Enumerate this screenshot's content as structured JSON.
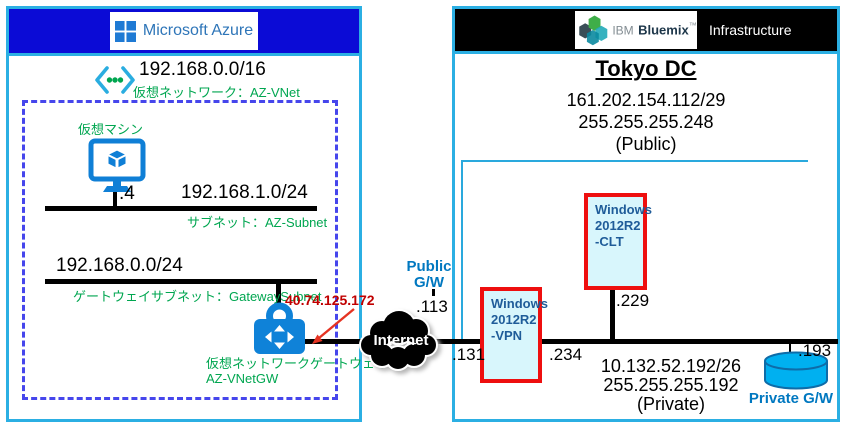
{
  "azure": {
    "brand": "Microsoft Azure",
    "vnet_cidr": "192.168.0.0/16",
    "vnet_label": "仮想ネットワーク：AZ-VNet",
    "vm_label": "仮想マシン",
    "vm_ip": ".4",
    "subnet_cidr": "192.168.1.0/24",
    "subnet_label": "サブネット：AZ-Subnet",
    "gw_subnet_cidr": "192.168.0.0/24",
    "gw_subnet_label": "ゲートウェイサブネット：GatewaySubnet",
    "gw_public_ip": "40.74.125.172",
    "gw_label": "仮想ネットワークゲートウェイ：\nAZ-VNetGW"
  },
  "internet": {
    "cloud_label": "Internet",
    "public_gw_label": "Public\nG/W",
    "public_gw_ip": ".113",
    "vpn_public_ip": ".131"
  },
  "bluemix": {
    "brand_ibm": "IBM",
    "brand_bluemix": "Bluemix",
    "brand_tm": "™",
    "brand_right": "Infrastructure",
    "title": "Tokyo DC",
    "public_cidr": "161.202.154.112/29",
    "public_mask": "255.255.255.248",
    "public_caption": "(Public)",
    "vpn_server_label": "Windows\n2012R2\n-VPN",
    "clt_server_label": "Windows\n2012R2\n-CLT",
    "clt_ip": ".229",
    "vpn_private_ip": ".234",
    "private_cidr": "10.132.52.192/26",
    "private_mask": "255.255.255.192",
    "private_caption": "(Private)",
    "private_gw_ip": ".193",
    "private_gw_label": "Private G/W"
  },
  "icons": {
    "microsoft_logo": "windows-grid",
    "azure_vnet_icon": "angle-brackets-with-dots",
    "azure_vm_icon": "monitor-with-cube",
    "azure_gateway_icon": "lock-with-arrows",
    "internet_cloud_icon": "black-cloud",
    "ibm_bluemix_logo": "hexagon-cluster",
    "private_gw_icon": "blue-cylinder"
  },
  "colors": {
    "border_cyan": "#2bafe3",
    "azure_header_blue": "#0b0bd6",
    "bluemix_header_black": "#000000",
    "dashed_border_blue": "#4646ec",
    "label_green": "#00a650",
    "server_box_red": "#ee0f0f",
    "server_box_fill": "#d8f6fc",
    "server_text_blue": "#1f5c99",
    "gw_ip_red": "#c00000",
    "gw_text_blue": "#0078c0",
    "icon_blue": "#0f7fd6",
    "cylinder_blue": "#00b0f0",
    "line_black": "#000000"
  }
}
